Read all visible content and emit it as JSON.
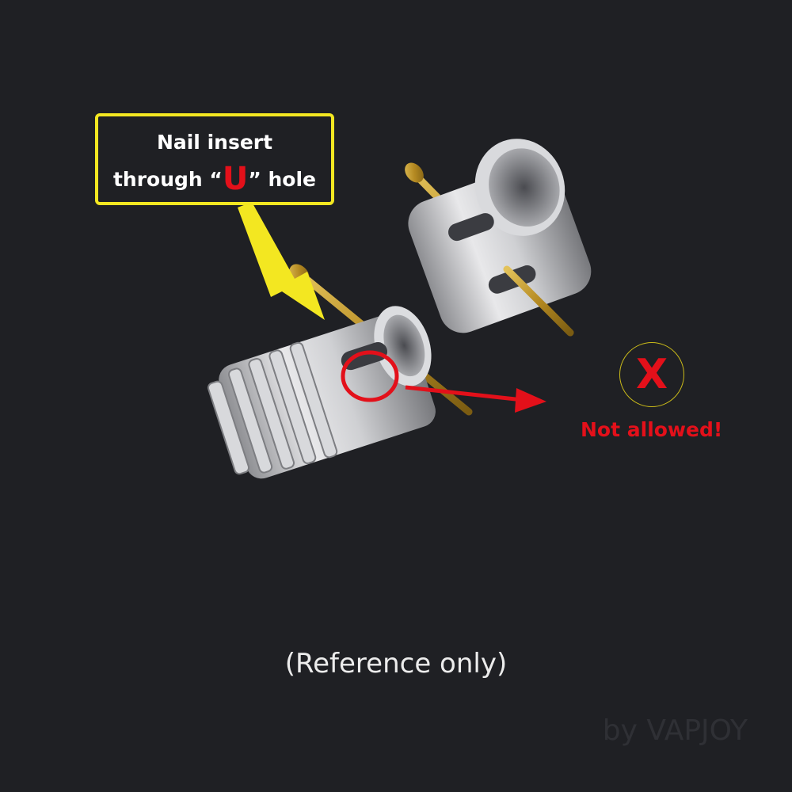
{
  "callout": {
    "line1": "Nail insert",
    "line2_pre": "through “",
    "line2_letter": "U",
    "line2_post": "” hole"
  },
  "warning": {
    "mark": "X",
    "text": "Not allowed!"
  },
  "footer": {
    "note": "(Reference only)",
    "brand": "by VAPJOY"
  },
  "colors": {
    "background": "#1f2024",
    "callout_border": "#f3e721",
    "warning_red": "#e3101a",
    "metal": "#c9c9cc",
    "nail_brass": "#b8922a"
  },
  "icons": [
    "pointer-arrow-icon",
    "direction-arrow-icon",
    "highlight-circle-icon",
    "x-mark-icon"
  ]
}
